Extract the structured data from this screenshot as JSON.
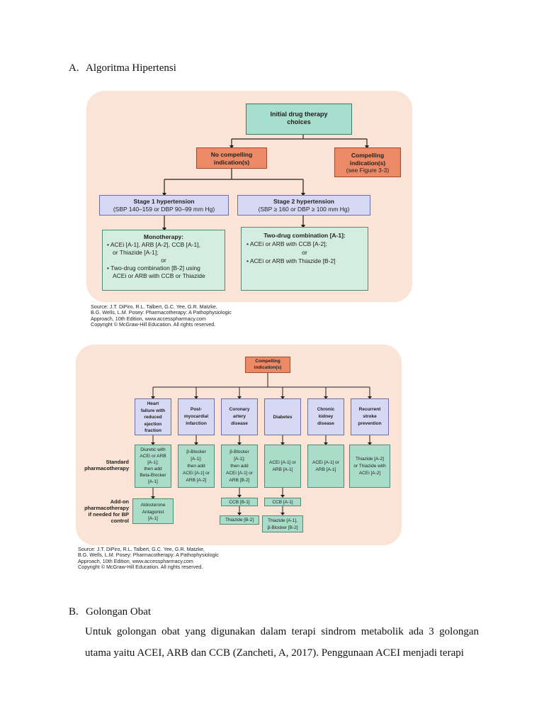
{
  "section_a": {
    "marker": "A.",
    "title": "Algoritma Hipertensi"
  },
  "fig1": {
    "root": [
      "Initial drug therapy",
      "choices"
    ],
    "no_compelling": [
      "No compelling",
      "indication(s)"
    ],
    "compelling": [
      "Compelling",
      "indication(s)",
      "(see Figure 3-3)"
    ],
    "stage1": [
      "Stage 1 hypertension",
      "(SBP 140–159 or DBP 90–99 mm Hg)"
    ],
    "stage2": [
      "Stage 2 hypertension",
      "(SBP ≥ 160 or DBP ≥ 100 mm Hg)"
    ],
    "mono_title": "Monotherapy:",
    "mono_lines": [
      "• ACEi [A-1], ARB [A-2], CCB [A-1],",
      "  or Thiazide [A-1];",
      "or",
      "• Two-drug combination [B-2] using",
      "  ACEi or ARB with CCB or Thiazide"
    ],
    "two_title": "Two-drug combination [A-1]:",
    "two_lines": [
      "• ACEi or ARB with CCB [A-2];",
      "or",
      "• ACEi or ARB with Thiazide [B-2]"
    ],
    "source": [
      "Source: J.T. DiPiro, R.L. Talbert, G.C. Yee, G.R. Matzke,",
      "B.G. Wells, L.M. Posey: Pharmacotherapy: A Pathophysiologic",
      "Approach, 10th Edition, www.accesspharmacy.com",
      "Copyright © McGraw-Hill Education. All rights reserved."
    ]
  },
  "fig2": {
    "root": [
      "Compelling",
      "indication(s)"
    ],
    "conditions": [
      [
        "Heart",
        "failure with",
        "reduced",
        "ejection",
        "fraction"
      ],
      [
        "Post-",
        "myocardial",
        "infarction"
      ],
      [
        "Coronary",
        "artery",
        "disease"
      ],
      [
        "Diabetes"
      ],
      [
        "Chronic",
        "kidney",
        "disease"
      ],
      [
        "Recurrent",
        "stroke",
        "prevention"
      ]
    ],
    "standard_label": [
      "Standard",
      "pharmacotherapy"
    ],
    "standard": [
      [
        "Diuretic with",
        "ACEi or ARB",
        "[A-1];",
        "then add",
        "Beta-Blocker",
        "[A-1]"
      ],
      [
        "β-Blocker",
        "[A-1];",
        "then add",
        "ACEi [A-1] or",
        "ARB [A-2]"
      ],
      [
        "β-Blocker",
        "[A-1];",
        "then add",
        "ACEi [A-1] or",
        "ARB [B-2]"
      ],
      [
        "ACEi [A-1] or",
        "ARB [A-1]"
      ],
      [
        "ACEi [A-1] or",
        "ARB [A-1]"
      ],
      [
        "Thiazide [A-2]",
        "or Thiazide with",
        "ACEi [A-2]"
      ]
    ],
    "addon_label": [
      "Add-on",
      "pharmacotherapy",
      "if needed for BP",
      "control"
    ],
    "addon_hf": [
      "Aldosterone",
      "Antagonist",
      "[A-1]"
    ],
    "cad_ccb": "CCB [B-1]",
    "cad_thiazide": "Thiazide [B-2]",
    "dm_ccb": "CCB [A-1]",
    "dm_extra": [
      "Thiazide [A-1],",
      "β-Blocker [B-2]"
    ],
    "source": [
      "Source: J.T. DiPiro, R.L. Talbert, G.C. Yee, G.R. Matzke,",
      "B.G. Wells, L.M. Posey: Pharmacotherapy: A Pathophysiologic",
      "Approach, 10th Edition, www.accesspharmacy.com",
      "Copyright © McGraw-Hill Education. All rights reserved."
    ]
  },
  "section_b": {
    "marker": "B.",
    "title": "Golongan Obat",
    "paragraph": [
      "Untuk golongan obat yang digunakan dalam terapi sindrom metabolik ada 3 golongan",
      "utama yaitu ACEI, ARB dan CCB (Zancheti, A, 2017). Penggunaan ACEI menjadi terapi"
    ]
  }
}
